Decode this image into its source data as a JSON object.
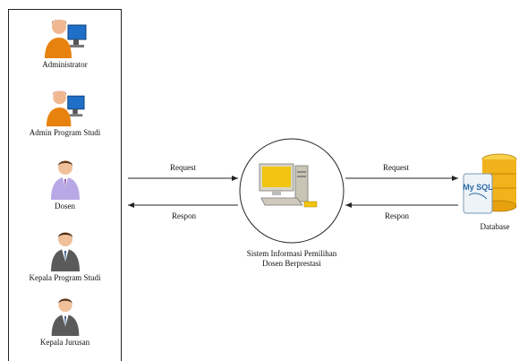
{
  "actors": [
    {
      "label": "Administrator",
      "icon": "admin-computer-user-icon"
    },
    {
      "label": "Admin Program Studi",
      "icon": "admin-computer-user-icon"
    },
    {
      "label": "Dosen",
      "icon": "lecturer-person-icon"
    },
    {
      "label": "Kepala Program Studi",
      "icon": "businessman-icon"
    },
    {
      "label": "Kepala Jurusan",
      "icon": "businessman-icon"
    }
  ],
  "left_link": {
    "request": "Request",
    "response": "Respon"
  },
  "right_link": {
    "request": "Request",
    "response": "Respon"
  },
  "system": {
    "line1": "Sistem Informasi Pemilihan",
    "line2": "Dosen Berprestasi",
    "icon": "desktop-computer-icon"
  },
  "database": {
    "label": "Database",
    "icon": "mysql-database-icon",
    "logo_text": "My SQL"
  },
  "colors": {
    "line": "#222222",
    "db_gold": "#f2b21b",
    "shirt_orange": "#e8820f",
    "monitor_blue": "#1f6fc8",
    "suit_gray": "#5a5a5a",
    "lecturer_purple": "#b9a8e6"
  }
}
